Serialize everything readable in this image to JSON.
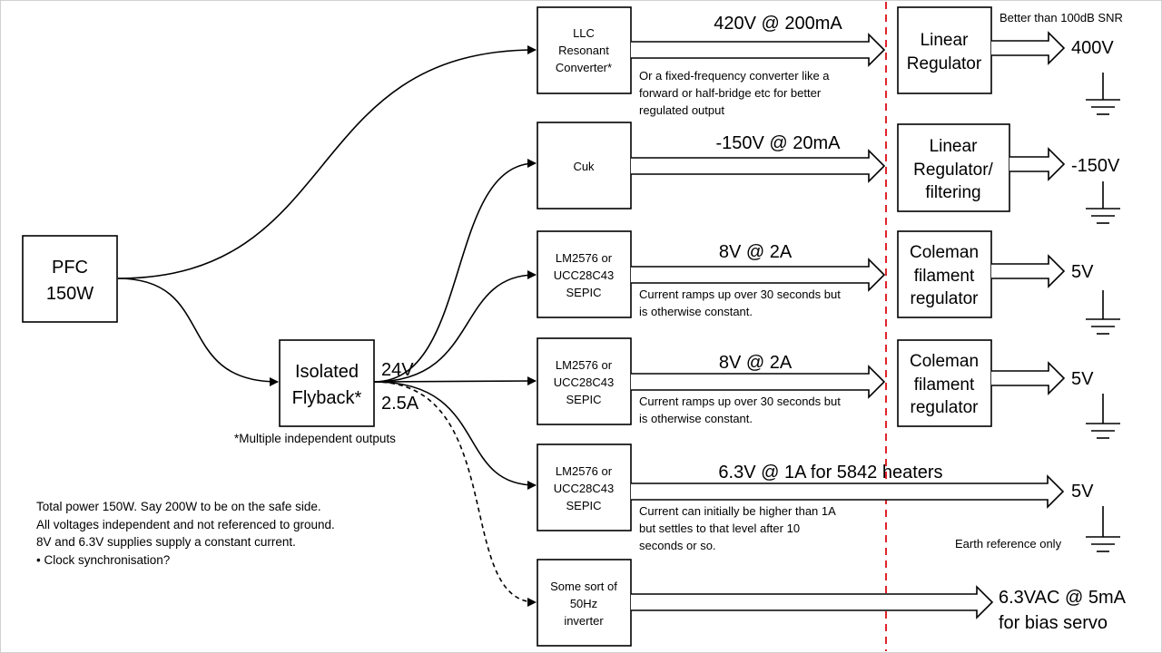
{
  "pfc": {
    "line1": "PFC",
    "line2": "150W"
  },
  "flyback": {
    "line1": "Isolated",
    "line2": "Flyback*",
    "out_v": "24V",
    "out_a": "2.5A",
    "footnote": "*Multiple independent outputs"
  },
  "converters": {
    "llc": [
      "LLC",
      "Resonant",
      "Converter*"
    ],
    "cuk": [
      "Cuk"
    ],
    "sepic1": [
      "LM2576 or",
      "UCC28C43",
      "SEPIC"
    ],
    "sepic2": [
      "LM2576 or",
      "UCC28C43",
      "SEPIC"
    ],
    "sepic3": [
      "LM2576 or",
      "UCC28C43",
      "SEPIC"
    ],
    "inverter": [
      "Some sort of",
      "50Hz",
      "inverter"
    ]
  },
  "outputs": {
    "row1": "420V @ 200mA",
    "row2": "-150V @ 20mA",
    "row3": "8V @ 2A",
    "row4": "8V @ 2A",
    "row5": "6.3V @ 1A for 5842 heaters",
    "row6": [
      "6.3VAC @ 5mA",
      "for bias servo"
    ]
  },
  "annotations": {
    "row1": [
      "Or a fixed-frequency converter like a",
      "forward or half-bridge etc for better",
      "regulated output"
    ],
    "row3": [
      "Current ramps up over 30 seconds but",
      "is otherwise constant."
    ],
    "row4": [
      "Current ramps up over 30 seconds but",
      "is otherwise constant."
    ],
    "row5": [
      "Current can initially be higher than 1A",
      "but settles to that level after 10",
      "seconds or so."
    ]
  },
  "regulators": {
    "reg1": [
      "Linear",
      "Regulator"
    ],
    "reg2": [
      "Linear",
      "Regulator/",
      "filtering"
    ],
    "reg3": [
      "Coleman",
      "filament",
      "regulator"
    ],
    "reg4": [
      "Coleman",
      "filament",
      "regulator"
    ]
  },
  "final_outputs": {
    "o1": "400V",
    "o2": "-150V",
    "o3": "5V",
    "o4": "5V",
    "o5": "5V"
  },
  "side_notes": {
    "snr": "Better than 100dB SNR",
    "earth": "Earth reference only"
  },
  "notes": [
    "Total power 150W. Say 200W to be on the safe side.",
    "All voltages independent and not referenced to ground.",
    "8V and 6.3V supplies supply a constant current.",
    "•   Clock synchronisation?"
  ],
  "colors": {
    "boundary_line": "#e0242a",
    "stroke": "#000000",
    "background": "#ffffff"
  }
}
